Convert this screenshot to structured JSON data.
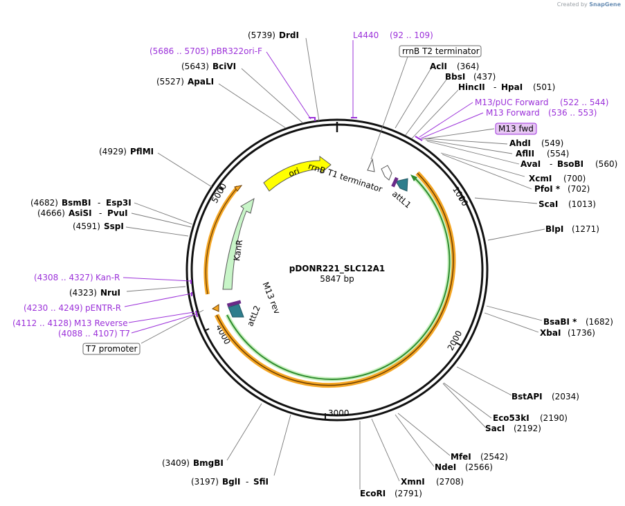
{
  "branding": {
    "created_by": "Created by",
    "app": "SnapGene"
  },
  "plasmid": {
    "name": "pDONR221_SLC12A1",
    "length": "5847 bp"
  },
  "ticks": [
    "1000",
    "2000",
    "3000",
    "4000",
    "5000"
  ],
  "features": {
    "ori": "ori",
    "kanr": "KanR",
    "rrnb_t1": "rrnB T1 terminator",
    "attl1": "attL1",
    "attl2": "attL2",
    "m13rev": "M13 rev"
  },
  "boxed": {
    "rrnb_t2": "rrnB T2 terminator",
    "m13fwd": "M13 fwd",
    "t7promoter": "T7 promoter"
  },
  "sites": {
    "drdi": {
      "pos": "(5739)",
      "name": "DrdI"
    },
    "bcivi": {
      "pos": "(5643)",
      "name": "BciVI"
    },
    "apali": {
      "pos": "(5527)",
      "name": "ApaLI"
    },
    "pflmi": {
      "pos": "(4929)",
      "name": "PflMI"
    },
    "bsmbi": {
      "pos": "(4682)",
      "name": "BsmBI",
      "name2": "Esp3I"
    },
    "asisi": {
      "pos": "(4666)",
      "name": "AsiSI",
      "name2": "PvuI"
    },
    "sspi": {
      "pos": "(4591)",
      "name": "SspI"
    },
    "nrui": {
      "pos": "(4323)",
      "name": "NruI"
    },
    "acli": {
      "name": "AclI",
      "pos": "(364)"
    },
    "bbsi": {
      "name": "BbsI",
      "pos": "(437)"
    },
    "hincii": {
      "name": "HincII",
      "name2": "HpaI",
      "pos": "(501)"
    },
    "ahdi": {
      "name": "AhdI",
      "pos": "(549)"
    },
    "aflii": {
      "name": "AflII",
      "pos": "(554)"
    },
    "avai": {
      "name": "AvaI",
      "name2": "BsoBI",
      "pos": "(560)"
    },
    "xcmi": {
      "name": "XcmI",
      "pos": "(700)"
    },
    "pfoi": {
      "name": "PfoI *",
      "pos": "(702)"
    },
    "scai": {
      "name": "ScaI",
      "pos": "(1013)"
    },
    "blpi": {
      "name": "BlpI",
      "pos": "(1271)"
    },
    "bsabi": {
      "name": "BsaBI *",
      "pos": "(1682)"
    },
    "xbai": {
      "name": "XbaI",
      "pos": "(1736)"
    },
    "bstapi": {
      "name": "BstAPI",
      "pos": "(2034)"
    },
    "eco53ki": {
      "name": "Eco53kI",
      "pos": "(2190)"
    },
    "saci": {
      "name": "SacI",
      "pos": "(2192)"
    },
    "mfei": {
      "name": "MfeI",
      "pos": "(2542)"
    },
    "ndei": {
      "name": "NdeI",
      "pos": "(2566)"
    },
    "xmni": {
      "name": "XmnI",
      "pos": "(2708)"
    },
    "ecori": {
      "name": "EcoRI",
      "pos": "(2791)"
    },
    "bmgbi": {
      "pos": "(3409)",
      "name": "BmgBI"
    },
    "bgli": {
      "pos": "(3197)",
      "name": "BglI",
      "name2": "SfiI"
    }
  },
  "primers": {
    "pbr322": {
      "range": "(5686 .. 5705)",
      "name": "pBR322ori-F"
    },
    "l4440": {
      "name": "L4440",
      "range": "(92 .. 109)"
    },
    "m13puc": {
      "name": "M13/pUC Forward",
      "range": "(522 .. 544)"
    },
    "m13f": {
      "name": "M13 Forward",
      "range": "(536 .. 553)"
    },
    "kanr": {
      "range": "(4308 .. 4327)",
      "name": "Kan-R"
    },
    "pentr": {
      "range": "(4230 .. 4249)",
      "name": "pENTR-R"
    },
    "m13r": {
      "range": "(4112 .. 4128)",
      "name": "M13 Reverse"
    },
    "t7": {
      "range": "(4088 .. 4107)",
      "name": "T7"
    }
  },
  "colors": {
    "ori": "#ffff00",
    "kanr": "#c8f5c8",
    "orange_arc": "#f5a623",
    "green_arc": "#2e8b2e",
    "primer": "#9b30d9",
    "att": "#2e7d8c",
    "m13fwd_box": "#e8c8f5"
  }
}
